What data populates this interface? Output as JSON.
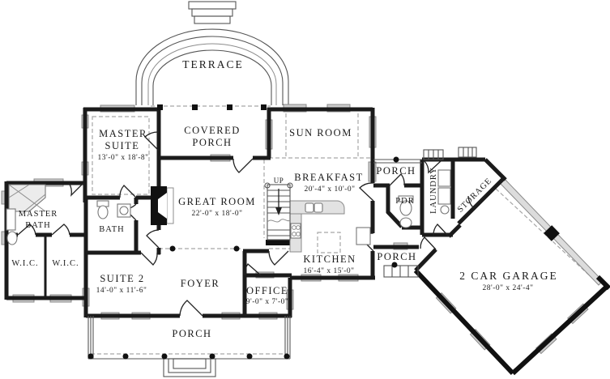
{
  "rooms": {
    "terrace": "TERRACE",
    "covered_porch_1": "COVERED",
    "covered_porch_2": "PORCH",
    "master_suite_1": "MASTER",
    "master_suite_2": "SUITE",
    "master_suite_dims": "13'-0\" x 18'-8\"",
    "sun_room": "SUN ROOM",
    "great_room": "GREAT ROOM",
    "great_room_dims": "22'-0\" x 18'-0\"",
    "breakfast": "BREAKFAST",
    "breakfast_dims": "20'-4\" x 10'-0\"",
    "up": "UP",
    "kitchen": "KITCHEN",
    "kitchen_dims": "16'-4\" x 15'-0\"",
    "porch_upper_right": "PORCH",
    "pdr": "PDR",
    "laundry": "LAUNDRY",
    "storage": "STORAGE",
    "garage": "2 CAR GARAGE",
    "garage_dims": "28'-0\" x 24'-4\"",
    "master_bath_1": "MASTER",
    "master_bath_2": "BATH",
    "bath": "BATH",
    "wic_left": "W.I.C.",
    "wic_right": "W.I.C.",
    "suite2": "SUITE 2",
    "suite2_dims": "14'-0\" x 11'-6\"",
    "foyer": "FOYER",
    "office": "OFFICE",
    "office_dims": "9'-0\" x 7'-0\"",
    "porch_lower_right": "PORCH",
    "porch_front": "PORCH"
  },
  "colors": {
    "wall": "#1b1b1b",
    "window_fill": "#cccccc",
    "window_stroke": "#8a8a8a",
    "dashed_line": "#a6a6a6",
    "background": "#ffffff"
  }
}
